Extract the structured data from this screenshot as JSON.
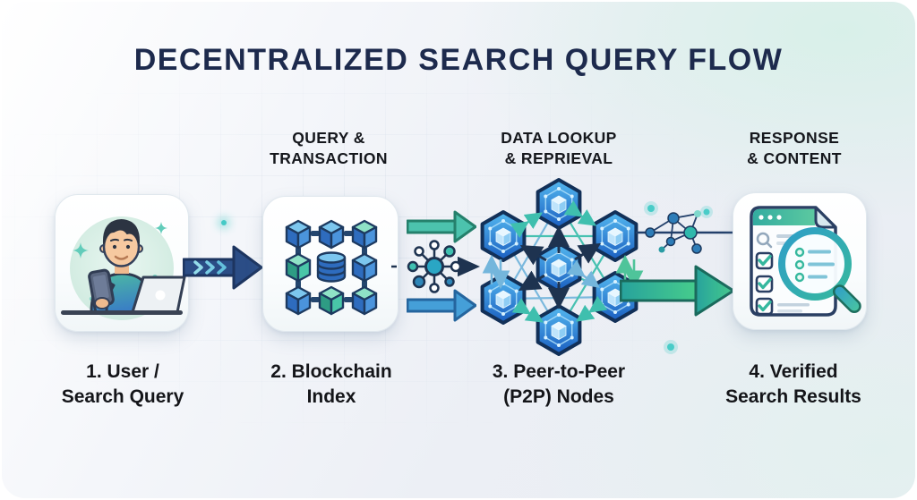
{
  "title": "DECENTRALIZED SEARCH QUERY FLOW",
  "column_headers": [
    {
      "line1": "QUERY &",
      "line2": "TRANSACTION"
    },
    {
      "line1": "DATA LOOKUP",
      "line2": "& REPRIEVAL"
    },
    {
      "line1": "RESPONSE",
      "line2": "& CONTENT"
    }
  ],
  "stages": [
    {
      "number": "1",
      "label_line1": "1. User /",
      "label_line2": "Search Query",
      "icon": "user-with-phone-and-laptop-illustration"
    },
    {
      "number": "2",
      "label_line1": "2. Blockchain",
      "label_line2": "Index",
      "icon": "blockchain-cube-grid-illustration"
    },
    {
      "number": "3",
      "label_line1": "3. Peer-to-Peer",
      "label_line2": "(P2P) Nodes",
      "icon": "hexagon-node-network-illustration"
    },
    {
      "number": "4",
      "label_line1": "4. Verified",
      "label_line2": "Search Results",
      "icon": "document-with-magnifier-illustration"
    }
  ],
  "connectors": {
    "user_to_blockchain": "navy-arrow-with-chevrons",
    "blockchain_to_p2p_top": "teal-arrow",
    "blockchain_to_p2p_middle": "hub-spoke-node-with-dashed-arrow",
    "blockchain_to_p2p_bottom": "blue-arrow",
    "p2p_to_results_top": "mesh-network-on-line",
    "p2p_to_results_bottom": "large-teal-green-gradient-arrow"
  },
  "colors": {
    "title_navy": "#1d2a4d",
    "arrow_navy": "#2b4d86",
    "teal": "#3fbfae",
    "blue": "#4598d8",
    "green": "#43cc8e",
    "hex_node_blue": "#1a5ec0",
    "background_mint": "#e9f4f0",
    "background_grey": "#eceff5"
  }
}
